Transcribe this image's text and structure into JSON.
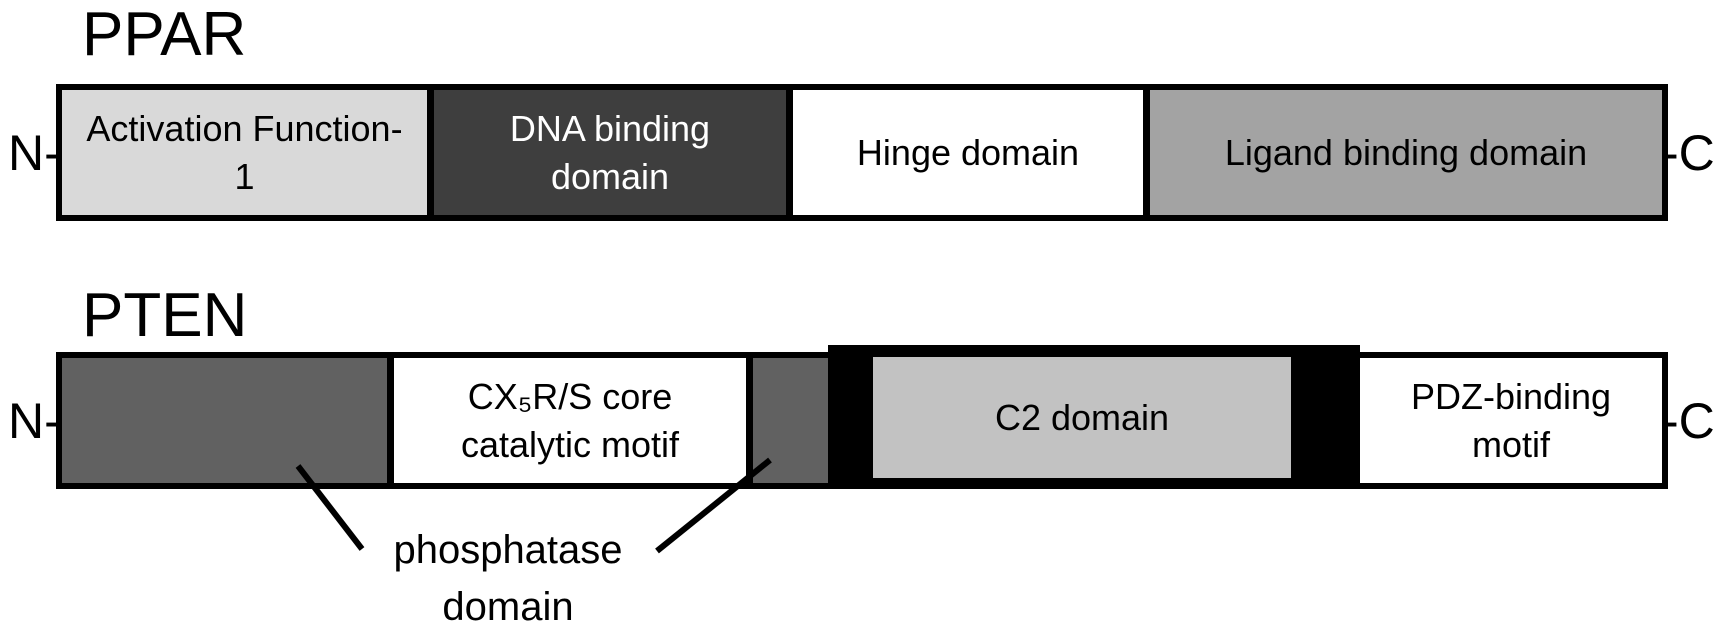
{
  "figure": {
    "background": "#ffffff",
    "line_color": "#000000",
    "border_color": "#000000"
  },
  "ppar": {
    "title": "PPAR",
    "n_terminus": "N-",
    "c_terminus": "-C",
    "segments": {
      "af1": {
        "label": "Activation Function-1",
        "color": "#d9d9d9",
        "text_color": "#000000"
      },
      "dbd": {
        "label": "DNA binding domain",
        "color": "#3e3e3e",
        "text_color": "#ffffff"
      },
      "hinge": {
        "label": "Hinge domain",
        "color": "#ffffff",
        "text_color": "#000000"
      },
      "lbd": {
        "label": "Ligand binding domain",
        "color": "#a3a3a3",
        "text_color": "#000000"
      }
    }
  },
  "pten": {
    "title": "PTEN",
    "n_terminus": "N-",
    "c_terminus": "-C",
    "segments": {
      "phosphatase_n": {
        "label": "",
        "color": "#616161",
        "text_color": "#000000"
      },
      "catalytic": {
        "label": "CX₅R/S core catalytic motif",
        "color": "#ffffff",
        "text_color": "#000000"
      },
      "phosphatase_c": {
        "label": "",
        "color": "#616161",
        "text_color": "#000000"
      },
      "linker1": {
        "label": "",
        "color": "#000000",
        "text_color": "#ffffff"
      },
      "c2": {
        "label": "C2 domain",
        "color": "#c2c2c2",
        "text_color": "#000000"
      },
      "linker2": {
        "label": "",
        "color": "#000000",
        "text_color": "#ffffff"
      },
      "pdz": {
        "label": "PDZ-binding motif",
        "color": "#ffffff",
        "text_color": "#000000"
      }
    }
  },
  "annotation": {
    "label": "phosphatase domain"
  }
}
